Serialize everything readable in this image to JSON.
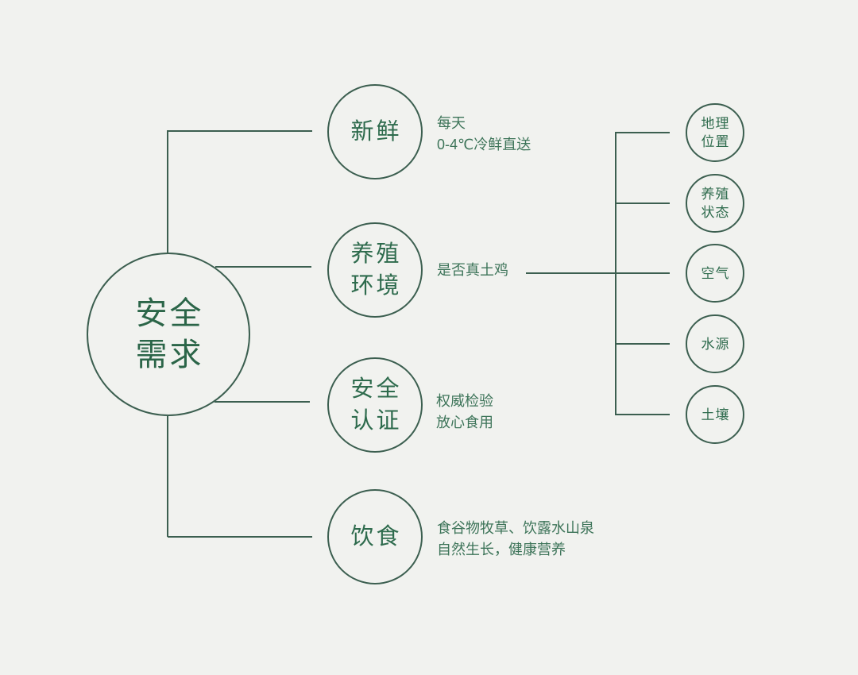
{
  "colors": {
    "background": "#f1f2ef",
    "line": "#3c5f50",
    "node_text": "#2e6b4d",
    "note_text": "#3d7459"
  },
  "root": {
    "lines": [
      "安全",
      "需求"
    ]
  },
  "branches": [
    {
      "node_lines": [
        "新鲜"
      ],
      "note_lines": [
        "每天",
        "0-4℃冷鲜直送"
      ]
    },
    {
      "node_lines": [
        "养殖",
        "环境"
      ],
      "note_lines": [
        "是否真土鸡"
      ]
    },
    {
      "node_lines": [
        "安全",
        "认证"
      ],
      "note_lines": [
        "权威检验",
        "放心食用"
      ]
    },
    {
      "node_lines": [
        "饮食"
      ],
      "note_lines": [
        "食谷物牧草、饮露水山泉",
        "自然生长，健康营养"
      ]
    }
  ],
  "leaves": [
    {
      "node_lines": [
        "地理",
        "位置"
      ]
    },
    {
      "node_lines": [
        "养殖",
        "状态"
      ]
    },
    {
      "node_lines": [
        "空气"
      ]
    },
    {
      "node_lines": [
        "水源"
      ]
    },
    {
      "node_lines": [
        "土壤"
      ]
    }
  ]
}
